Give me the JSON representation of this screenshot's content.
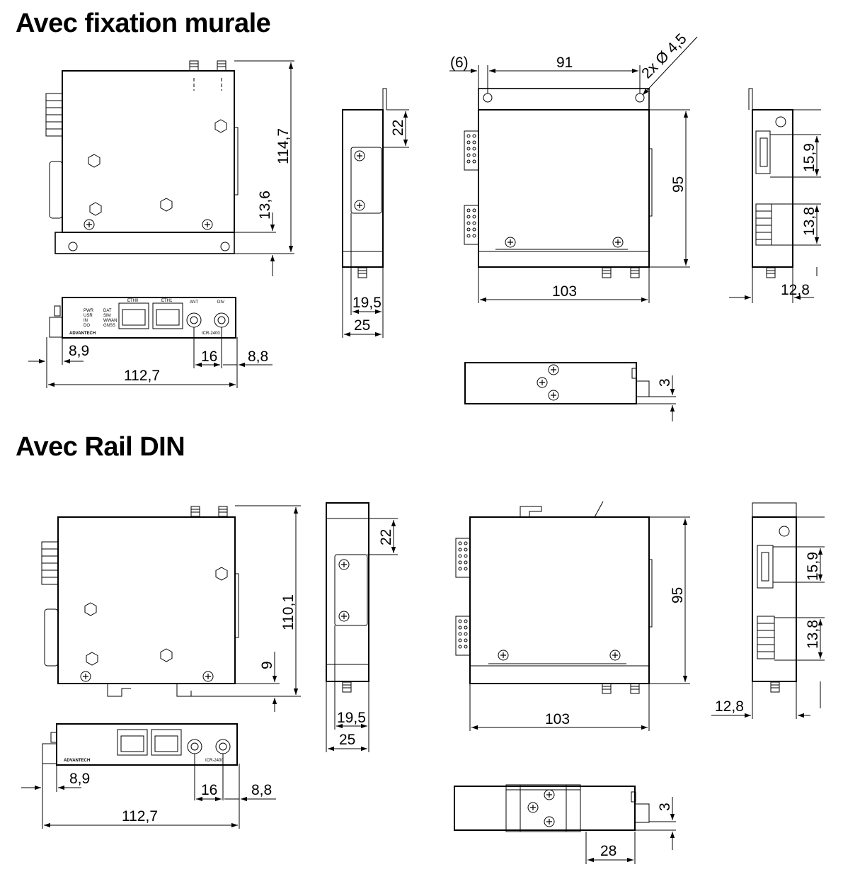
{
  "headings": {
    "wall": "Avec fixation murale",
    "din": "Avec Rail DIN"
  },
  "wall": {
    "height": "114,7",
    "h136": "13,6",
    "depth22": "22",
    "d195": "19,5",
    "d25": "25",
    "p6": "(6)",
    "w91": "91",
    "hole": "2x Ø 4,5",
    "h95": "95",
    "w103": "103",
    "h159": "15,9",
    "h138": "13,8",
    "w128": "12,8",
    "w89": "8,9",
    "w16": "16",
    "w88": "8,8",
    "w1127": "112,7",
    "d3": "3"
  },
  "din": {
    "height": "110,1",
    "h9": "9",
    "depth22": "22",
    "d195": "19,5",
    "d25": "25",
    "h95": "95",
    "w103": "103",
    "h159": "15,9",
    "h138": "13,8",
    "w128": "12,8",
    "w89": "8,9",
    "w16": "16",
    "w88": "8,8",
    "w1127": "112,7",
    "d3": "3",
    "w28": "28"
  },
  "front_panel": {
    "brand": "ADVANTECH",
    "model": "ICR-2400",
    "port1": "ETH0",
    "port2": "ETH1",
    "ant": "ANT",
    "gnss": "DIV",
    "leds_left": [
      "PWR",
      "USR",
      "IN",
      "DO"
    ],
    "leds_right": [
      "DAT",
      "SIM",
      "WWAN",
      "GNSS"
    ]
  }
}
